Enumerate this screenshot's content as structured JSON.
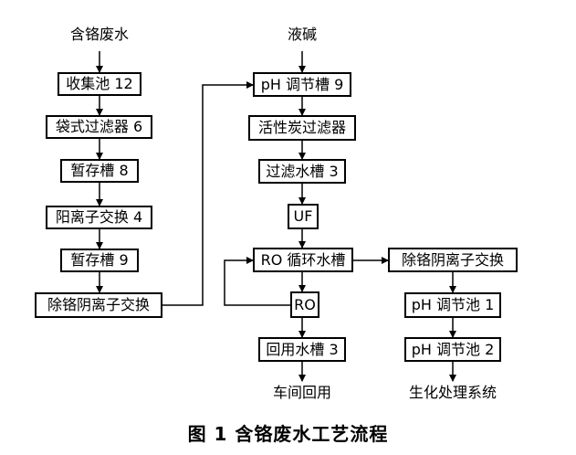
{
  "inputs": {
    "wastewater": "含铬废水",
    "alkali": "液碱"
  },
  "boxes": {
    "collection_tank": "收集池 12",
    "bag_filter": "袋式过滤器 6",
    "temp_tank_8": "暂存槽 8",
    "cation_exchange": "阳离子交换 4",
    "temp_tank_9": "暂存槽 9",
    "cr_anion_exchange_left": "除铬阴离子交换",
    "ph_adjust_tank_9": "pH 调节槽 9",
    "activated_carbon_filter": "活性炭过滤器",
    "filtered_water_tank_3": "过滤水槽 3",
    "uf": "UF",
    "ro_circulation_tank": "RO 循环水槽",
    "ro": "RO",
    "reuse_water_tank_3": "回用水槽 3",
    "cr_anion_exchange_right": "除铬阴离子交换",
    "ph_adjust_pool_1": "pH 调节池 1",
    "ph_adjust_pool_2": "pH 调节池 2"
  },
  "outputs": {
    "workshop_reuse": "车间回用",
    "biochem_system": "生化处理系统"
  },
  "caption": "图 1   含铬废水工艺流程"
}
